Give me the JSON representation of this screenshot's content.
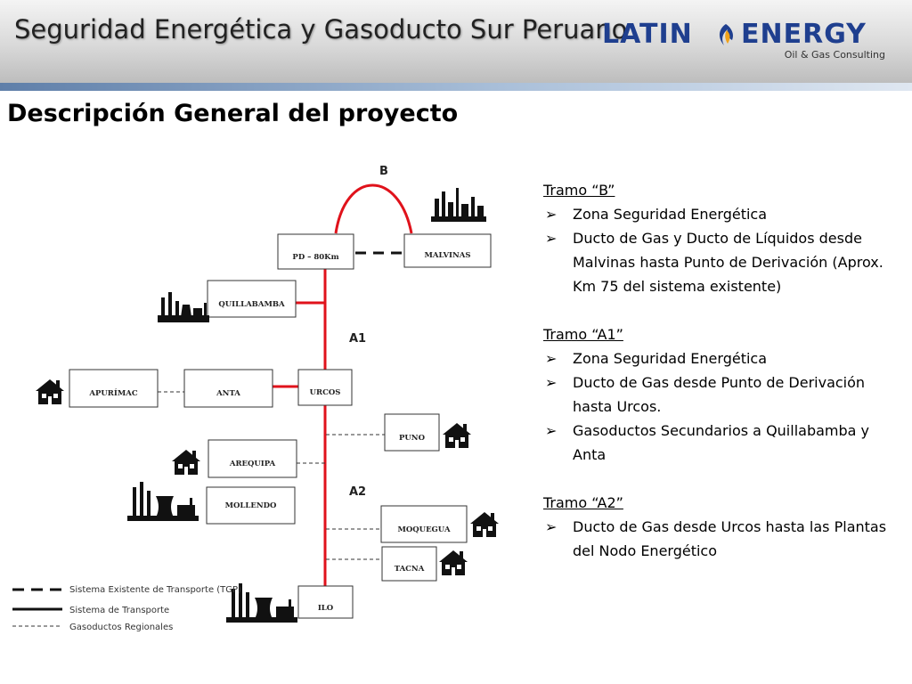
{
  "header": {
    "title": "Seguridad Energética y Gasoducto Sur Peruano"
  },
  "logo": {
    "word_left": "LATIN",
    "word_right": "ENERGY",
    "subtitle": "Oil & Gas Consulting",
    "color": "#1f3f8f"
  },
  "slide_title": "Descripción General del proyecto",
  "diagram": {
    "nodes": {
      "pd": "PD – 80Km",
      "malvinas": "MALVINAS",
      "quillabamba": "QUILLABAMBA",
      "apurimac": "APURÍMAC",
      "anta": "ANTA",
      "urcos": "URCOS",
      "puno": "PUNO",
      "arequipa": "AREQUIPA",
      "mollendo": "MOLLENDO",
      "moquegua": "MOQUEGUA",
      "tacna": "TACNA",
      "ilo": "ILO"
    },
    "segments": {
      "b": "B",
      "a1": "A1",
      "a2": "A2"
    },
    "pipeline_color": "#e0121b",
    "legend": [
      "Sistema Existente de Transporte (TGP)",
      "Sistema de Transporte",
      "Gasoductos Regionales"
    ]
  },
  "panel": {
    "bullet_glyph": "➢",
    "sections": [
      {
        "heading": "Tramo “B”",
        "items": [
          "Zona Seguridad Energética",
          "Ducto de Gas y Ducto de Líquidos desde Malvinas hasta Punto de Derivación (Aprox. Km 75 del sistema existente)"
        ]
      },
      {
        "heading": "Tramo “A1”",
        "items": [
          "Zona Seguridad Energética",
          "Ducto de Gas desde Punto de Derivación hasta Urcos.",
          "Gasoductos Secundarios a Quillabamba y Anta"
        ]
      },
      {
        "heading": "Tramo “A2”",
        "items": [
          "Ducto de Gas desde Urcos hasta las Plantas del Nodo Energético"
        ]
      }
    ]
  }
}
